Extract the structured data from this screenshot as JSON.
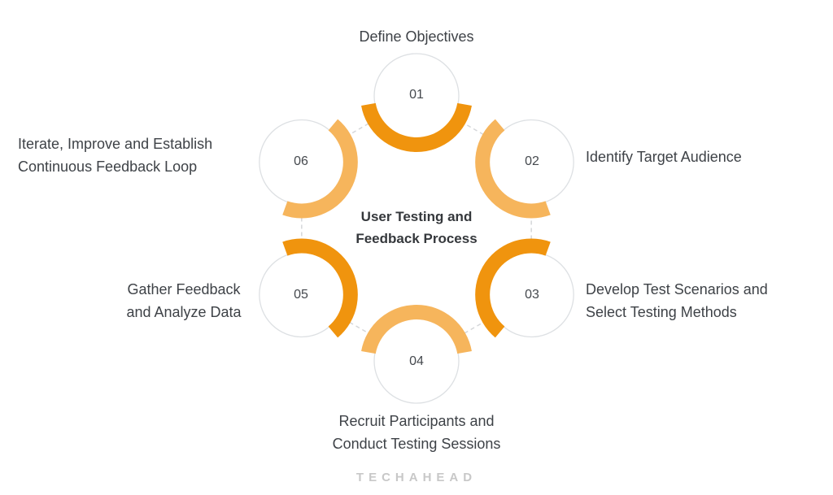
{
  "title": {
    "text": "User Testing and\nFeedback Process"
  },
  "steps": [
    {
      "number": "01",
      "label": "Define Objectives",
      "tone": "dark"
    },
    {
      "number": "02",
      "label": "Identify Target Audience",
      "tone": "light"
    },
    {
      "number": "03",
      "label": "Develop Test Scenarios and\nSelect Testing Methods",
      "tone": "dark"
    },
    {
      "number": "04",
      "label": "Recruit Participants and\nConduct Testing Sessions",
      "tone": "light"
    },
    {
      "number": "05",
      "label": "Gather Feedback\nand Analyze Data",
      "tone": "dark"
    },
    {
      "number": "06",
      "label": "Iterate, Improve and Establish\nContinuous Feedback Loop",
      "tone": "light"
    }
  ],
  "colors": {
    "arc_dark": "#F0940E",
    "arc_light": "#F6B55C",
    "circle_fill": "#FFFFFF",
    "circle_border": "#DDE0E3",
    "connector": "#D4D6D9",
    "text": "#3E4247",
    "logo": "#C8C8C8"
  },
  "footer": {
    "logo_text": "TECHAHEAD"
  }
}
